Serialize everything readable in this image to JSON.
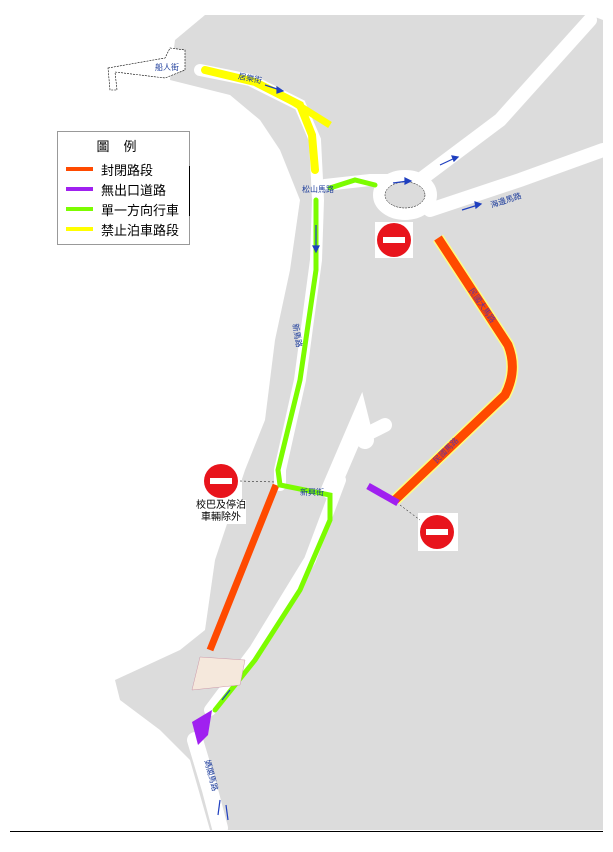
{
  "legend": {
    "title": "圖例",
    "items": [
      {
        "label": "封閉路段",
        "color": "#ff4a00"
      },
      {
        "label": "無出口道路",
        "color": "#a020f0"
      },
      {
        "label": "單一方向行車",
        "color": "#7cfc00"
      },
      {
        "label": "禁止泊車路段",
        "color": "#ffff00"
      }
    ]
  },
  "sign_caption": {
    "line1": "校巴及停泊",
    "line2": "車輛除外"
  },
  "colors": {
    "land": "#dcdcdc",
    "road": "#ffffff",
    "arrow": "#1f3fbf",
    "sign_red": "#e8141c"
  },
  "street_labels": [
    "船人街",
    "居樂街",
    "松山馬路",
    "海邊馬路",
    "新馬路",
    "民國大馬路",
    "新興街",
    "民國馬路",
    "媽閣馬路"
  ]
}
